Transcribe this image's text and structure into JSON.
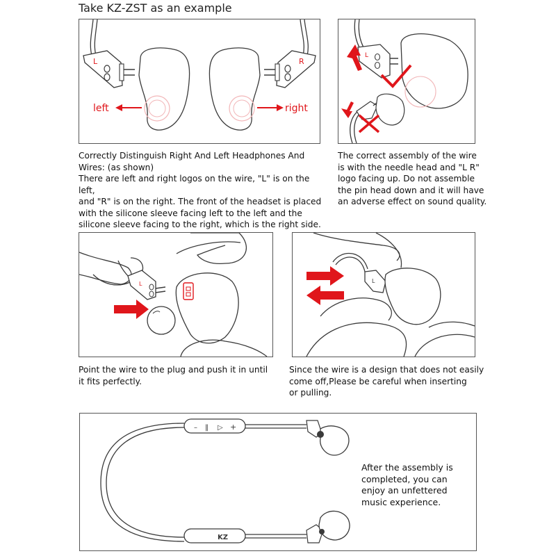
{
  "title": "Take KZ-ZST as an example",
  "colors": {
    "accent": "#e0161b",
    "line": "#3a3a3a",
    "ring": "#f2b6b8"
  },
  "panel1": {
    "left_label": "left",
    "right_label": "right",
    "plug_left_letter": "L",
    "plug_right_letter": "R",
    "caption": "Correctly Distinguish Right And Left Headphones And\nWires: (as shown)\nThere are left and right logos on the wire, \"L\" is on the left,\nand \"R\" is on the right. The front of the headset is placed\nwith the silicone sleeve facing left to the left and the\nsilicone sleeve facing to the right, which is the right side."
  },
  "panel2": {
    "plug_letter": "L",
    "caption": "The correct assembly of the wire\nis with the needle head and \"L R\"\nlogo facing up. Do not assemble\nthe pin head down and it will have\nan adverse effect on sound quality."
  },
  "panel3": {
    "plug_letter": "L",
    "caption": "Point the wire to the plug and push it in until\nit fits perfectly."
  },
  "panel4": {
    "plug_letter": "L",
    "caption": "Since the wire is a design that does not easily\ncome off,Please be careful when inserting\nor pulling."
  },
  "panel5": {
    "remote_buttons": [
      "–",
      "‖",
      "▷",
      "+"
    ],
    "brand": "KZ",
    "caption": "After the assembly is\ncompleted, you can\nenjoy an unfettered\nmusic experience."
  }
}
